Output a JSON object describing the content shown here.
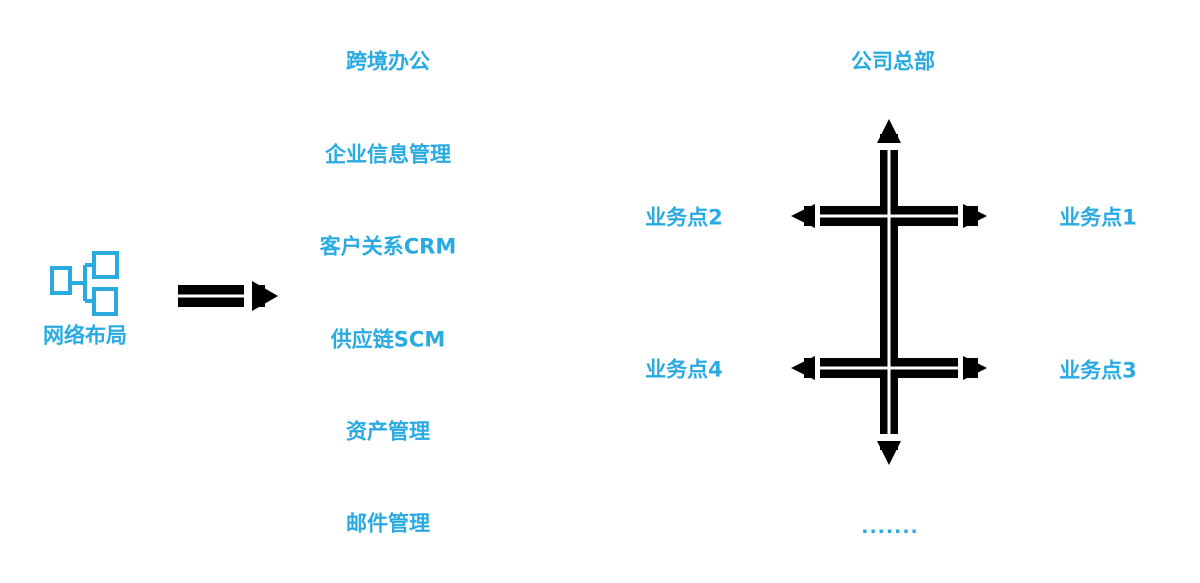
{
  "colors": {
    "accent": "#29abe2",
    "arrow": "#000000"
  },
  "source": {
    "label": "网络布局"
  },
  "flow": {
    "services": [
      "跨境办公",
      "企业信息管理",
      "客户关系CRM",
      "供应链SCM",
      "资产管理",
      "邮件管理"
    ]
  },
  "headquarters": {
    "label": "公司总部",
    "more_indicator": "·······"
  },
  "branch_points": {
    "p1": "业务点1",
    "p2": "业务点2",
    "p3": "业务点3",
    "p4": "业务点4"
  }
}
